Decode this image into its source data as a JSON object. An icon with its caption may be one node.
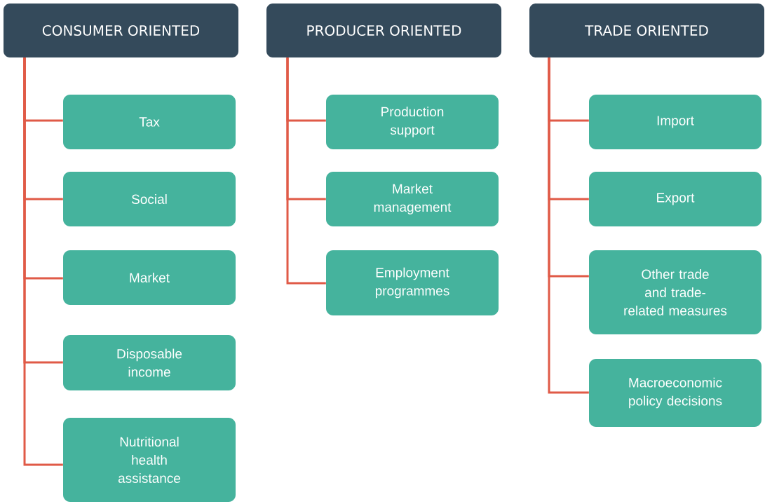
{
  "diagram": {
    "nodes": [
      {
        "text": [
          "CONSUMER ORIENTED"
        ]
      },
      {
        "text": [
          "Tax"
        ]
      },
      {
        "text": [
          "Social"
        ]
      },
      {
        "text": [
          "Market"
        ]
      },
      {
        "text": [
          "Disposable income"
        ]
      },
      {
        "text": [
          "Nutritional health assistance"
        ]
      },
      {
        "text": [
          "PRODUCER ORIENTED"
        ]
      },
      {
        "text": [
          "Production support"
        ]
      },
      {
        "text": [
          "Market management"
        ]
      },
      {
        "text": [
          "Employment programmes"
        ]
      },
      {
        "text": [
          "TRADE ORIENTED"
        ]
      },
      {
        "text": [
          "Import"
        ]
      },
      {
        "text": [
          "Export"
        ]
      },
      {
        "text": [
          "Other trade and trade-related measures"
        ]
      },
      {
        "text": [
          "Macroeconomic policy decisions"
        ]
      }
    ],
    "edges": [
      {
        "from": 0,
        "to": 1,
        "arrow": "none"
      },
      {
        "from": 0,
        "to": 2,
        "arrow": "none"
      },
      {
        "from": 0,
        "to": 3,
        "arrow": "none"
      },
      {
        "from": 0,
        "to": 4,
        "arrow": "none"
      },
      {
        "from": 0,
        "to": 5,
        "arrow": "none"
      },
      {
        "from": 6,
        "to": 7,
        "arrow": "none"
      },
      {
        "from": 6,
        "to": 8,
        "arrow": "none"
      },
      {
        "from": 6,
        "to": 9,
        "arrow": "none"
      },
      {
        "from": 10,
        "to": 11,
        "arrow": "none"
      },
      {
        "from": 10,
        "to": 12,
        "arrow": "none"
      },
      {
        "from": 10,
        "to": 13,
        "arrow": "none"
      },
      {
        "from": 10,
        "to": 14,
        "arrow": "none"
      }
    ]
  }
}
